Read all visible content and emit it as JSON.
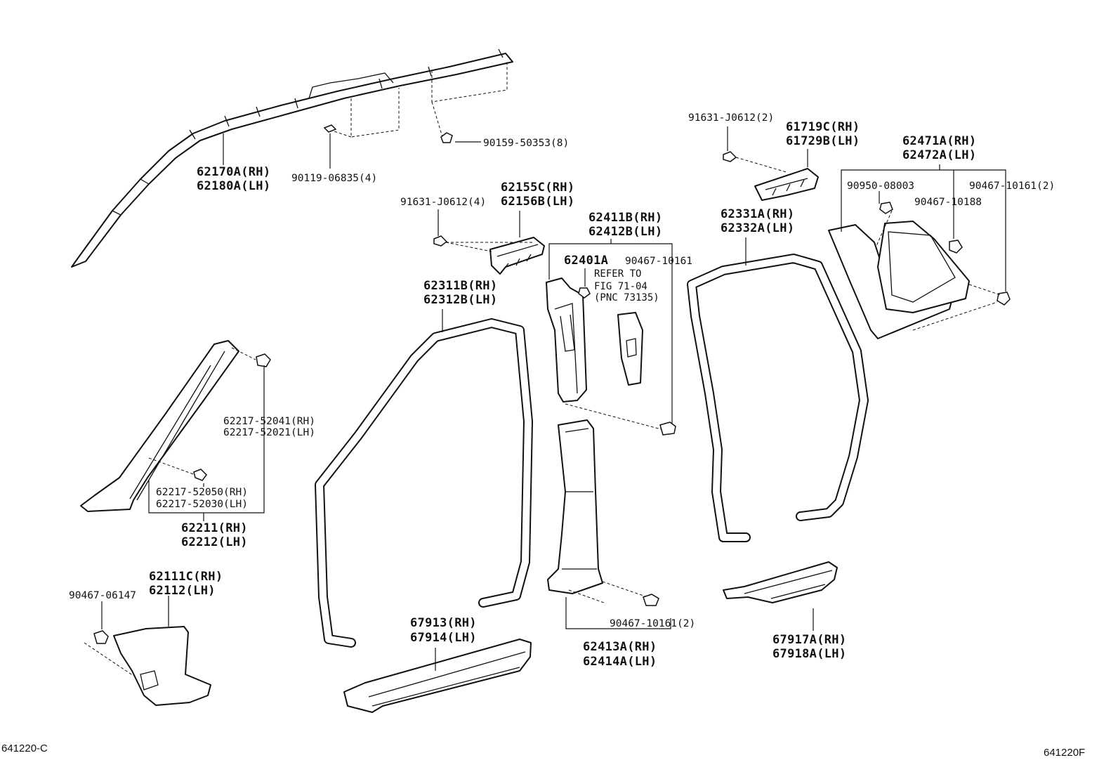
{
  "labels": {
    "p62170": "62170A(RH)",
    "p62180": "62180A(LH)",
    "p90119": "90119-06835(4)",
    "p90159": "90159-50353(8)",
    "p62155": "62155C(RH)",
    "p62156": "62156B(LH)",
    "p91631a": "91631-J0612(4)",
    "p62411": "62411B(RH)",
    "p62412": "62412B(LH)",
    "p62401": "62401A",
    "p90467a": "90467-10161",
    "refer1": "REFER TO",
    "refer2": "FIG 71-04",
    "refer3": "(PNC 73135)",
    "p62311": "62311B(RH)",
    "p62312": "62312B(LH)",
    "p91631b": "91631-J0612(2)",
    "p61719": "61719C(RH)",
    "p61729": "61729B(LH)",
    "p62331": "62331A(RH)",
    "p62332": "62332A(LH)",
    "p62471": "62471A(RH)",
    "p62472": "62472A(LH)",
    "p90950": "90950-08003",
    "p90467b": "90467-10161(2)",
    "p90467c": "90467-10188",
    "p52041": "62217-52041(RH)",
    "p52021": "62217-52021(LH)",
    "p52050": "62217-52050(RH)",
    "p52030": "62217-52030(LH)",
    "p62211": "62211(RH)",
    "p62212": "62212(LH)",
    "p62111": "62111C(RH)",
    "p62112": "62112(LH)",
    "p90467d": "90467-06147",
    "p67913": "67913(RH)",
    "p67914": "67914(LH)",
    "p62413": "62413A(RH)",
    "p62414": "62414A(LH)",
    "p90467e": "90467-10161(2)",
    "p67917": "67917A(RH)",
    "p67918": "67918A(LH)"
  },
  "footer": {
    "left_code": "641220-C",
    "right_code": "641220F"
  }
}
